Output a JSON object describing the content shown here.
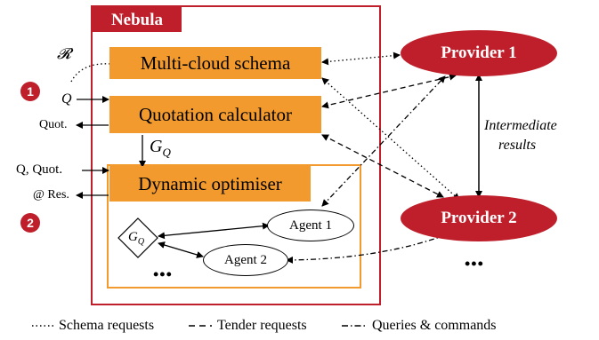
{
  "nebula": {
    "title": "Nebula"
  },
  "components": {
    "schema": "Multi-cloud schema",
    "quotation": "Quotation calculator",
    "optimiser": "Dynamic optimiser"
  },
  "providers": {
    "p1": "Provider 1",
    "p2": "Provider 2",
    "more": "•••"
  },
  "agents": {
    "a1": "Agent 1",
    "a2": "Agent 2",
    "gq_node": "G",
    "gq_node_sub": "Q",
    "more": "•••"
  },
  "edges": {
    "gq_label": "G",
    "gq_label_sub": "Q",
    "intermediate_1": "Intermediate",
    "intermediate_2": "results"
  },
  "inputs": {
    "r": "𝓡",
    "q": "Q",
    "quot_out": "Quot.",
    "q_quot": "Q, Quot.",
    "res": "@ Res."
  },
  "steps": {
    "one": "1",
    "two": "2"
  },
  "legend": {
    "schema_glyph": "····",
    "schema": "Schema requests",
    "tender_glyph": "– –",
    "tender": "Tender requests",
    "queries_glyph": "–·–",
    "queries": "Queries & commands"
  },
  "colors": {
    "red": "#bf1f2b",
    "orange": "#f29a2e"
  }
}
